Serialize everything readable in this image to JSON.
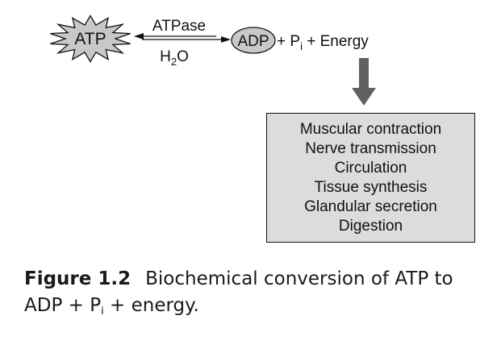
{
  "diagram": {
    "reactant": "ATP",
    "enzyme": "ATPase",
    "water": {
      "base": "H",
      "sub": "2",
      "rest": "O"
    },
    "products": {
      "adp": "ADP",
      "plus1": "+ P",
      "pi_sub": "i",
      "plus2": "+ Energy"
    },
    "activities": [
      "Muscular contraction",
      "Nerve transmission",
      "Circulation",
      "Tissue synthesis",
      "Glandular secretion",
      "Digestion"
    ],
    "colors": {
      "star_fill": "#c8c8c8",
      "ellipse_fill": "#c8c8c8",
      "arrow_fill": "#606060",
      "box_fill": "#dcdcdc",
      "stroke": "#111111"
    }
  },
  "caption": {
    "label": "Figure 1.2",
    "text_part1": "Biochemical conversion of ATP to ADP + P",
    "text_sub": "i",
    "text_part2": " + energy."
  }
}
